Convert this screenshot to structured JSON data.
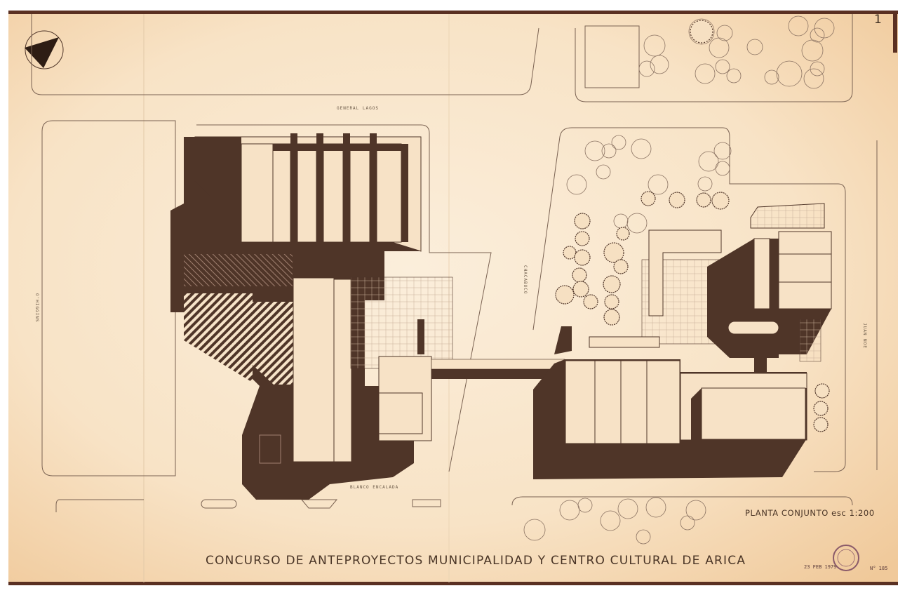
{
  "drawing": {
    "title": "CONCURSO DE ANTEPROYECTOS MUNICIPALIDAD Y CENTRO CULTURAL DE ARICA",
    "scale_label": "PLANTA CONJUNTO esc 1:200",
    "sheet_number": "1",
    "streets": {
      "top": "GENERAL LAGOS",
      "bottom": "BLANCO ENCALADA",
      "middle": "CHACABUCO",
      "left": "O'HIGGINS",
      "right": "JUAN NOE"
    },
    "stamp_date": "23 FEB 1979",
    "stamp_mark": "N° 185"
  },
  "colors": {
    "paper": "#f7e2c6",
    "ink_dark": "#4f3528",
    "line": "#6e5646",
    "border": "#5a3022"
  }
}
